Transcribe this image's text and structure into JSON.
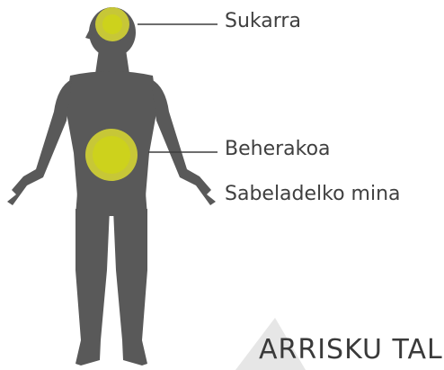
{
  "symptoms": {
    "fever": "Sukarra",
    "diarrhea": "Beherakoa",
    "abdominal_pain": "Sabeladelko mina"
  },
  "watermark": {
    "text": "ARRISKU TALI"
  },
  "colors": {
    "body": "#595959",
    "highlight_outer": "#c7c737",
    "highlight_inner": "#cdd21c",
    "callout_line": "#3f3f3f",
    "label_text": "#3f3f3f",
    "watermark_mark": "#e6e6e6"
  }
}
